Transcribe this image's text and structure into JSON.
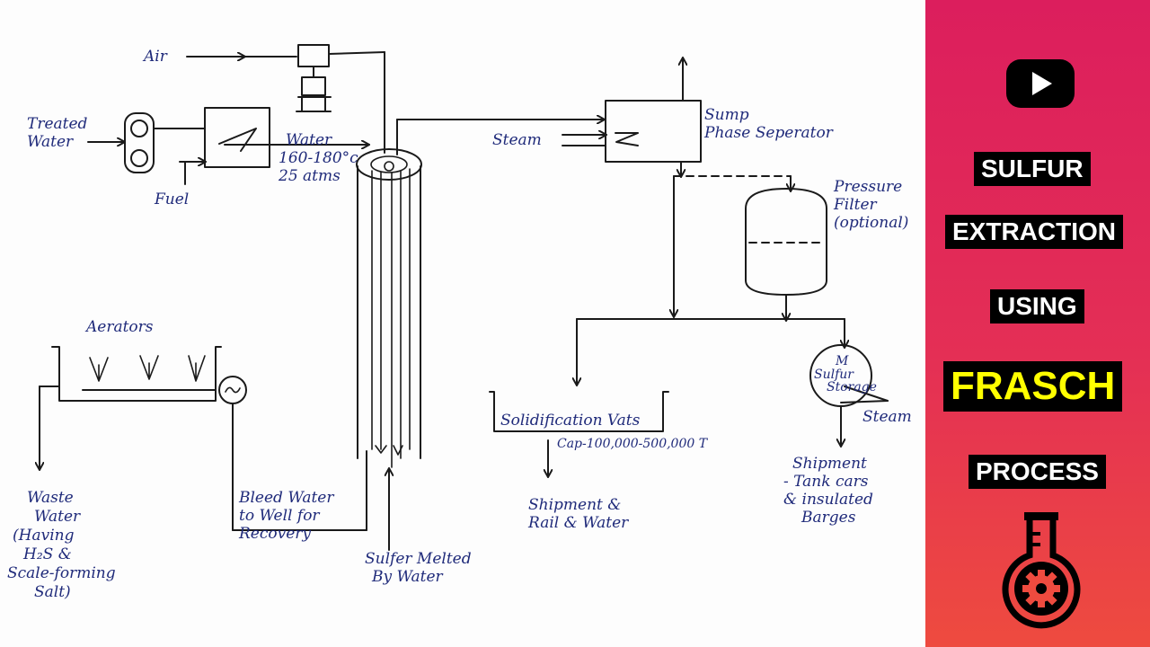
{
  "labels": {
    "air": "Air",
    "treated_water": [
      "Treated",
      "Water"
    ],
    "fuel": "Fuel",
    "water_conditions": [
      "Water",
      "160-180°c",
      "25 atms"
    ],
    "steam_top": "Steam",
    "sump": [
      "Sump",
      "Phase Seperator"
    ],
    "pressure_filter": [
      "Pressure",
      "Filter",
      "(optional)"
    ],
    "aerators": "Aerators",
    "waste_water": [
      "Waste",
      "Water",
      "(Having",
      "H₂S &",
      "Scale-forming",
      "Salt)"
    ],
    "bleed_water": [
      "Bleed Water",
      "to Well for",
      "Recovery"
    ],
    "sulfur_melted": [
      "Sulfer Melted",
      "By Water"
    ],
    "solidification": "Solidification Vats",
    "capacity": "Cap-100,000-500,000 T",
    "shipment_rail": [
      "Shipment &",
      "Rail & Water"
    ],
    "storage_m": "M",
    "storage": [
      "Sulfur",
      "Storage"
    ],
    "steam_bottom": "Steam",
    "shipment_tank": [
      "Shipment",
      "- Tank cars",
      "& insulated",
      "Barges"
    ]
  },
  "title_panel": {
    "line1": "SULFUR",
    "line2": "EXTRACTION",
    "line3": "USING",
    "line4": "FRASCH",
    "line5": "PROCESS",
    "background_top": "#dc1e5d",
    "background_bottom": "#ee4b3f",
    "highlight_color": "#ffff00",
    "icons": [
      "youtube-play-icon",
      "flask-gear-icon"
    ]
  }
}
